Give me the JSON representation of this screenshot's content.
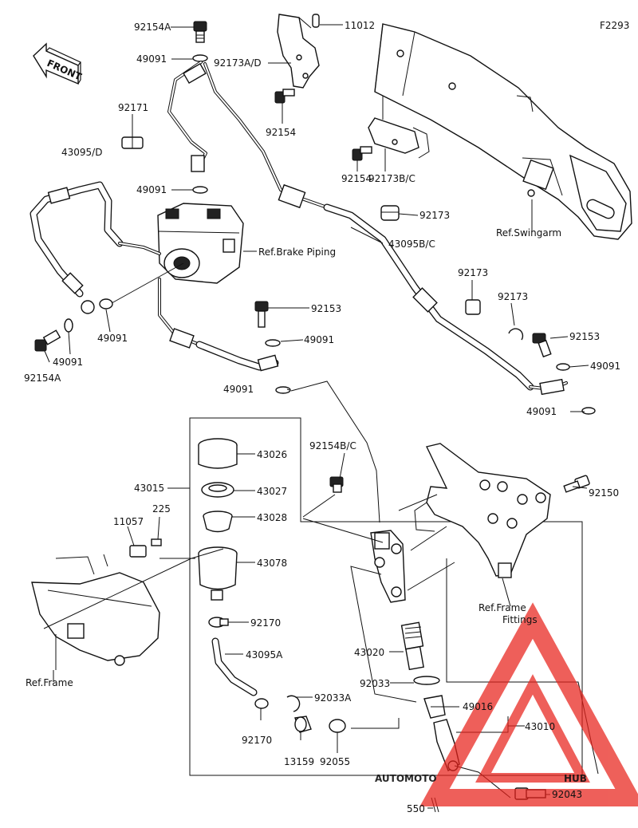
{
  "diagram": {
    "code": "F2293",
    "front_arrow": "FRONT",
    "labels": {
      "l_92154A_top": "92154A",
      "l_49091_1": "49091",
      "l_92173AD": "92173A/D",
      "l_11012": "11012",
      "l_92171": "92171",
      "l_92154_a": "92154",
      "l_92154_b": "92154",
      "l_92173BC": "92173B/C",
      "l_43095D": "43095/D",
      "l_49091_2": "49091",
      "l_92173_a": "92173",
      "l_43095BC": "43095B/C",
      "l_ref_brake": "Ref.Brake Piping",
      "l_ref_swingarm": "Ref.Swingarm",
      "l_92173_b": "92173",
      "l_92173_c": "92173",
      "l_92153_a": "92153",
      "l_49091_3": "49091",
      "l_49091_4": "49091",
      "l_49091_5": "49091",
      "l_92154A_bot": "92154A",
      "l_92153_b": "92153",
      "l_49091_6": "49091",
      "l_49091_7": "49091",
      "l_49091_8": "49091",
      "l_92154BC": "92154B/C",
      "l_43026": "43026",
      "l_43015": "43015",
      "l_43027": "43027",
      "l_225": "225",
      "l_43028": "43028",
      "l_11057": "11057",
      "l_43078": "43078",
      "l_92150": "92150",
      "l_ref_frame_fit_1": "Ref.Frame",
      "l_ref_frame_fit_2": "Fittings",
      "l_92170_a": "92170",
      "l_43095A": "43095A",
      "l_43020": "43020",
      "l_ref_frame": "Ref.Frame",
      "l_92033": "92033",
      "l_92033A": "92033A",
      "l_49016": "49016",
      "l_43010": "43010",
      "l_92170_b": "92170",
      "l_13159": "13159",
      "l_92055": "92055",
      "l_92043": "92043",
      "l_550": "550"
    },
    "watermark": {
      "brand_a": "AUTOMOTO",
      "brand_b": "HUB",
      "color_a": "#f5c36a",
      "color_b": "#555555",
      "triangle_color": "#e8221b"
    }
  }
}
